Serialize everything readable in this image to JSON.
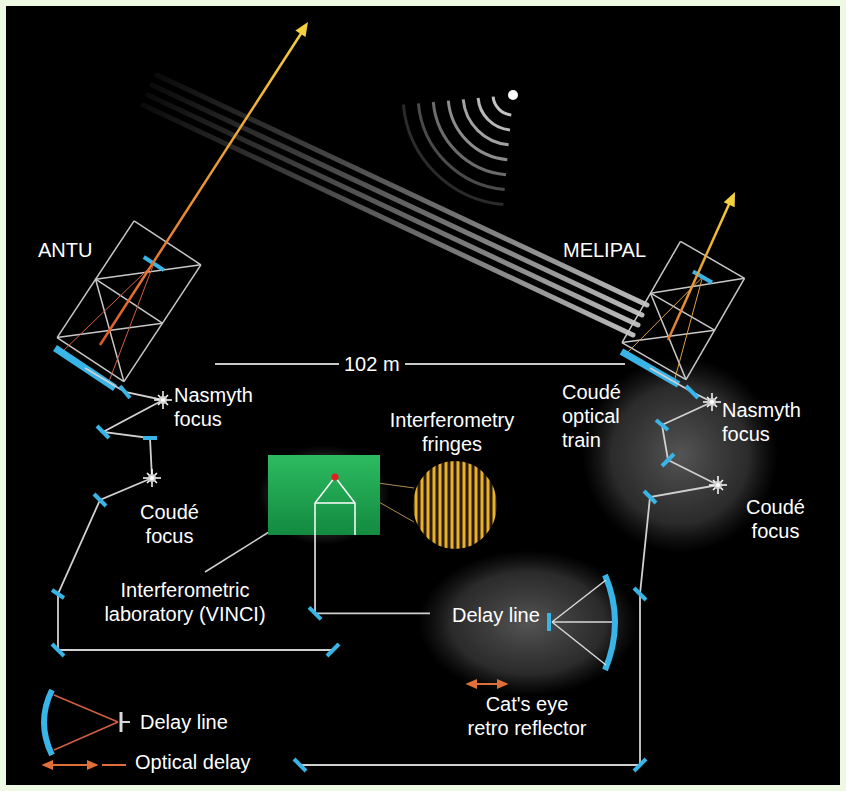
{
  "diagram": {
    "nodes": [
      {
        "text": [
          "Interferometric laboratory (VINCI)"
        ]
      },
      {
        "text": [
          "Delay line",
          "Cat's eye retro reflector"
        ]
      }
    ],
    "edges": [
      {
        "from": 0,
        "to": 1,
        "arrow": "none"
      }
    ],
    "labels": [
      "ANTU",
      "MELIPAL",
      "102 m",
      "Nasmyth focus",
      "Coudé focus",
      "Coudé optical train",
      "Nasmyth focus",
      "Coudé focus",
      "Interferometry fringes",
      "Delay line",
      "Optical delay"
    ]
  }
}
